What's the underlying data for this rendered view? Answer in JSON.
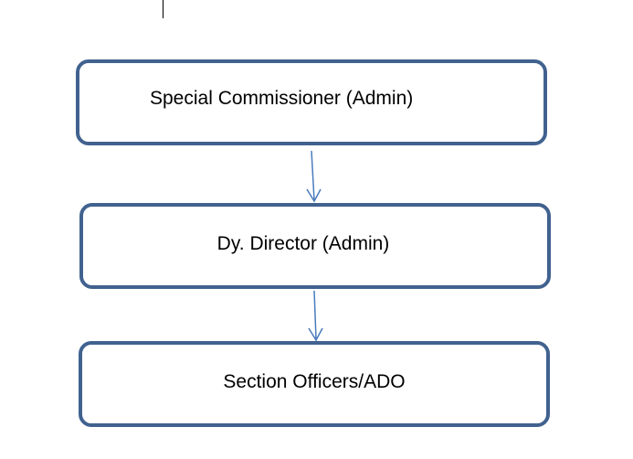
{
  "diagram": {
    "nodes": [
      {
        "label": "Special Commissioner (Admin)"
      },
      {
        "label": "Dy. Director (Admin)"
      },
      {
        "label": "Section Officers/ADO"
      }
    ],
    "edges": [
      {
        "from": 0,
        "to": 1
      },
      {
        "from": 1,
        "to": 2
      }
    ],
    "colors": {
      "box_border": "#41628f",
      "arrow": "#4a7bbd",
      "text": "#000000"
    }
  }
}
